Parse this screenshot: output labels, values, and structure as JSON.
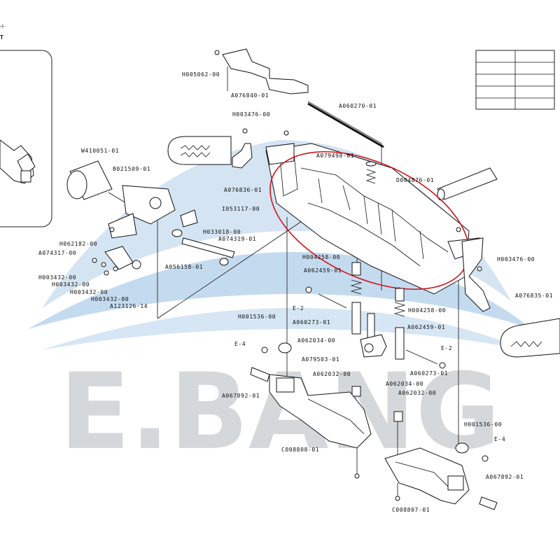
{
  "watermark": {
    "text": "E.BANG",
    "color": "#d5d8db",
    "wave_color": "#b8d3ea"
  },
  "highlight": {
    "color": "#d0141c",
    "shape": "ellipse"
  },
  "corner_marks": [
    "⊹",
    "T"
  ],
  "part_labels": {
    "H005062_00": "H005062-00",
    "A076840_01": "A076840-01",
    "A060270_01": "A060270-01",
    "H003476_00_a": "H003476-00",
    "W410051_01": "W410051-01",
    "B021509_01": "B021509-01",
    "A079498_01": "A079498-01",
    "D004876_01": "D004876-01",
    "A076836_01": "A076836-01",
    "I053117_00": "I053117-00",
    "H033018_00": "H033018-00",
    "A074319_01": "A074319-01",
    "H062182_00": "H062182-00",
    "A074317_00": "A074317-00",
    "A056158_01": "A056158-01",
    "H003432_00_a": "H003432-00",
    "H003432_00_b": "H003432-00",
    "H003432_00_c": "H003432-00",
    "H003432_00_d": "H003432-00",
    "A123126_14": "A123126-14",
    "H004258_00_a": "H004258-00",
    "A062459_01_a": "A062459-01",
    "H003476_00_b": "H003476-00",
    "A076835_01": "A076835-01",
    "E2_a": "E-2",
    "A060273_01_a": "A060273-01",
    "H004258_00_b": "H004258-00",
    "A062459_01_b": "A062459-01",
    "H001536_00_a": "H001536-00",
    "A062034_00_a": "A062034-00",
    "E4_a": "E-4",
    "A079503_01": "A079503-01",
    "E2_b": "E-2",
    "A060273_01_b": "A060273-01",
    "A062034_00_b": "A062034-00",
    "A062032_00_a": "A062032-00",
    "A062032_00_b": "A062032-00",
    "A067892_01_a": "A067892-01",
    "C008808_01": "C008808-01",
    "H001536_00_b": "H001536-00",
    "E4_b": "E-4",
    "A067892_01_b": "A067892-01",
    "C008807_01": "C008807-01"
  },
  "legend_table": {
    "rows": 5,
    "cols": 2
  }
}
